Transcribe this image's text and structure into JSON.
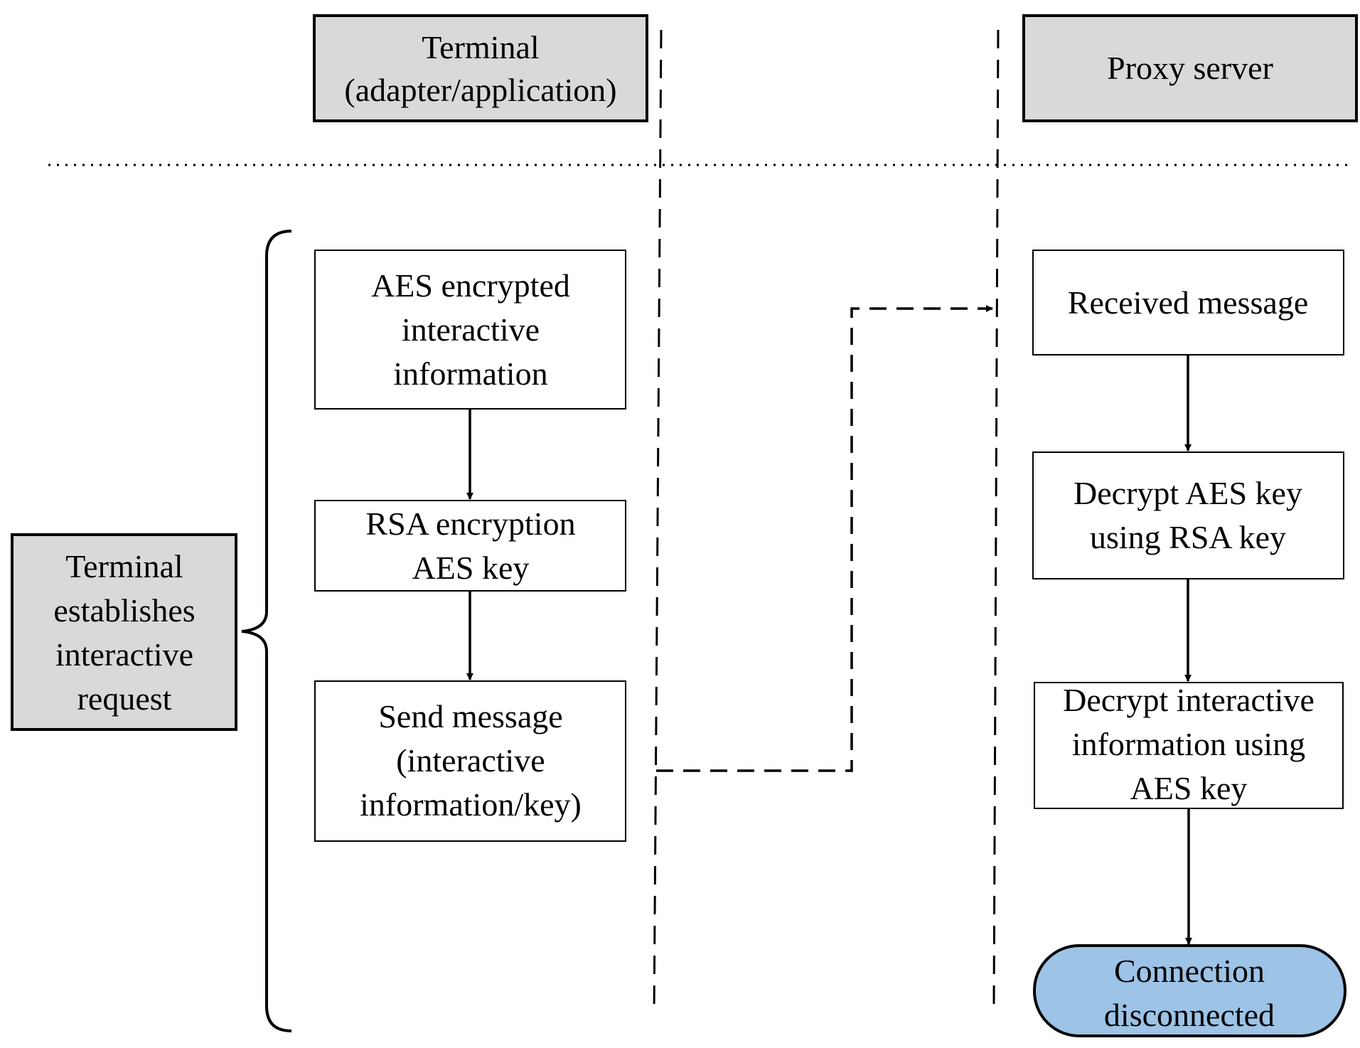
{
  "header": {
    "terminal": {
      "line1": "Terminal",
      "line2": "(adapter/application)"
    },
    "proxy": {
      "label": "Proxy server"
    }
  },
  "side_label": {
    "lines": [
      "Terminal",
      "establishes",
      "interactive",
      "request"
    ]
  },
  "terminal_steps": {
    "aes_info": {
      "lines": [
        "AES encrypted",
        "interactive",
        "information"
      ]
    },
    "rsa_key": {
      "lines": [
        "RSA encryption",
        "AES key"
      ]
    },
    "send": {
      "lines": [
        "Send message",
        "(interactive",
        "information/key)"
      ]
    }
  },
  "proxy_steps": {
    "received": {
      "lines": [
        "Received message"
      ]
    },
    "decrypt_key": {
      "lines": [
        "Decrypt AES key",
        "using RSA key"
      ]
    },
    "decrypt_info": {
      "lines": [
        "Decrypt interactive",
        "information using",
        "AES key"
      ]
    },
    "end": {
      "lines": [
        "Connection",
        "disconnected"
      ]
    }
  },
  "colors": {
    "header_fill": "#d9d9d9",
    "terminator_fill": "#9dc3e6",
    "line": "#000000"
  }
}
